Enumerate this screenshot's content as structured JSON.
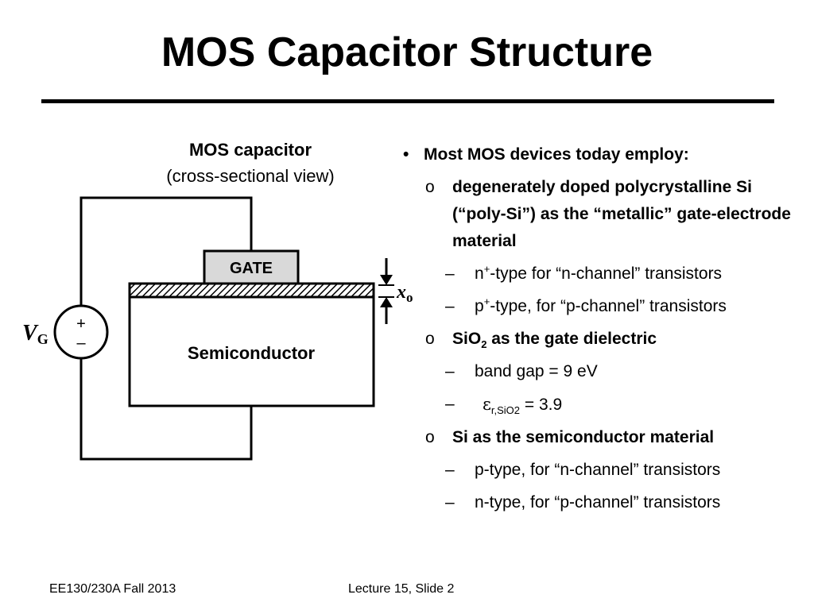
{
  "title": "MOS Capacitor Structure",
  "diagram": {
    "caption_bold": "MOS capacitor",
    "caption_sub": "(cross-sectional view)",
    "gate_label": "GATE",
    "semiconductor_label": "Semiconductor",
    "source_plus": "+",
    "source_minus": "–",
    "vg_main": "V",
    "vg_sub": "G",
    "xo_main": "x",
    "xo_sub": "o"
  },
  "bullets": {
    "b1": {
      "mark": "•",
      "text": "Most MOS devices today employ:"
    },
    "b1a": {
      "mark": "o",
      "text": "degenerately doped polycrystalline Si (“poly-Si”) as the “metallic” gate-electrode material"
    },
    "b1a1": {
      "mark": "–",
      "pre": "n",
      "sup": "+",
      "post": "-type for “n-channel” transistors"
    },
    "b1a2": {
      "mark": "–",
      "pre": "p",
      "sup": "+",
      "post": "-type, for “p-channel” transistors"
    },
    "b1b": {
      "mark": "o",
      "pre": "SiO",
      "sub": "2",
      "post": " as the gate dielectric"
    },
    "b1b1": {
      "mark": "–",
      "text": "band gap = 9 eV"
    },
    "b1b2": {
      "mark": "–",
      "eps": "ε",
      "sub": "r,SiO2",
      "post": " = 3.9"
    },
    "b1c": {
      "mark": "o",
      "text": "Si as the semiconductor material"
    },
    "b1c1": {
      "mark": "–",
      "text": "p-type, for “n-channel” transistors"
    },
    "b1c2": {
      "mark": "–",
      "text": "n-type, for “p-channel” transistors"
    }
  },
  "footer": {
    "left": "EE130/230A Fall 2013",
    "right": "Lecture 15, Slide 2"
  }
}
